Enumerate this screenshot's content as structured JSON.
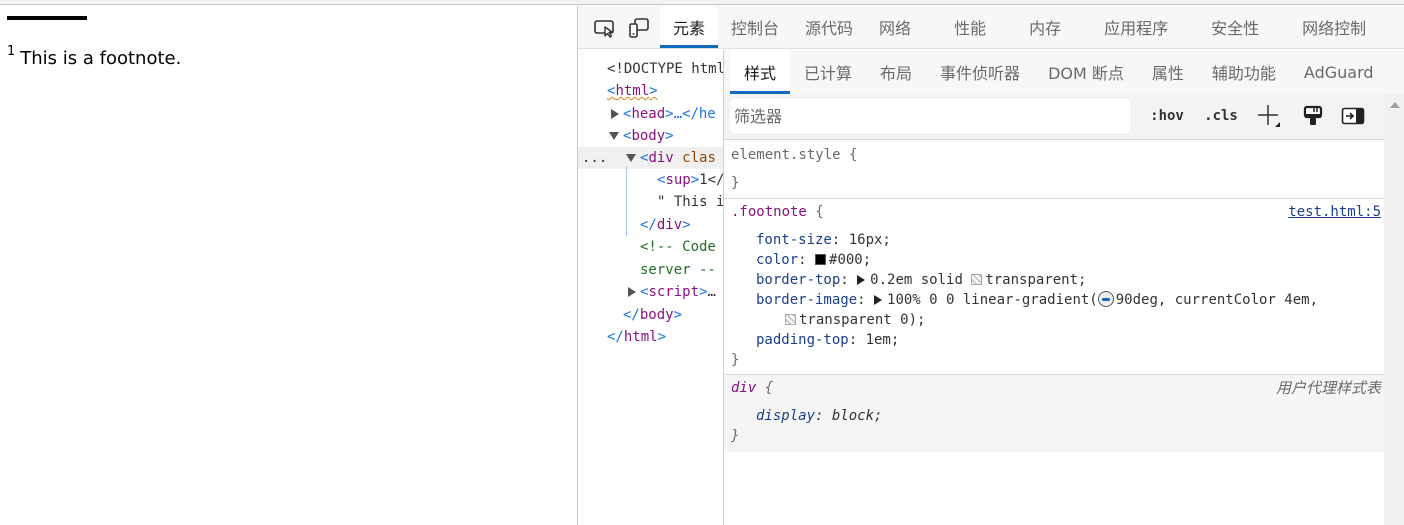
{
  "page": {
    "footnote_marker": "1",
    "footnote_text": "This is a footnote."
  },
  "devtools": {
    "main_tabs": [
      {
        "label": "元素",
        "active": true
      },
      {
        "label": "控制台"
      },
      {
        "label": "源代码"
      },
      {
        "label": "网络"
      },
      {
        "label": "性能"
      },
      {
        "label": "内存"
      },
      {
        "label": "应用程序"
      },
      {
        "label": "安全性"
      },
      {
        "label": "网络控制"
      }
    ],
    "toolbar_icons": [
      "inspect-element-icon",
      "device-emulation-icon"
    ],
    "dom_tree": {
      "doctype": "<!DOCTYPE html>",
      "html_open": "html",
      "head": "head",
      "head_ellipsis": "…</he",
      "body": "body",
      "div_tag": "div",
      "div_attr": "clas",
      "sup_line": "1</",
      "text_line": "\" This i",
      "div_close": "div",
      "comment_line1": "<!-- Code",
      "comment_line2": "server --",
      "script": "script",
      "script_ellipsis": "…",
      "body_close": "body",
      "html_close": "html",
      "selected_dots": "..."
    },
    "sub_tabs": [
      {
        "label": "样式",
        "active": true
      },
      {
        "label": "已计算"
      },
      {
        "label": "布局"
      },
      {
        "label": "事件侦听器"
      },
      {
        "label": "DOM 断点"
      },
      {
        "label": "属性"
      },
      {
        "label": "辅助功能"
      },
      {
        "label": "AdGuard"
      }
    ],
    "styles_toolbar": {
      "filter_placeholder": "筛选器",
      "hov_label": ":hov",
      "cls_label": ".cls"
    },
    "rules": {
      "element_style": {
        "selector": "element.style",
        "open": "{",
        "close": "}"
      },
      "footnote": {
        "selector": ".footnote",
        "open": "{",
        "close": "}",
        "source": "test.html:5",
        "props": [
          {
            "name": "font-size",
            "value": "16px;"
          },
          {
            "name": "color",
            "value": "#000;",
            "swatch": "#000000"
          },
          {
            "name": "border-top",
            "value_a": "0.2em solid",
            "value_b": "transparent;"
          },
          {
            "name": "border-image",
            "value_a": "100% 0 0 linear-gradient(",
            "value_b": "90deg, currentColor 4em,",
            "value_c": "transparent 0);"
          },
          {
            "name": "padding-top",
            "value": "1em;"
          }
        ]
      },
      "ua_div": {
        "selector": "div",
        "open": "{",
        "close": "}",
        "source": "用户代理样式表",
        "props": [
          {
            "name": "display",
            "value": "block;"
          }
        ]
      }
    },
    "colors": {
      "accent": "#0f6cbd",
      "tag": "#881280",
      "bracket": "#1a73e8",
      "comment": "#236e25",
      "prop_name": "#1b3f8b"
    }
  }
}
